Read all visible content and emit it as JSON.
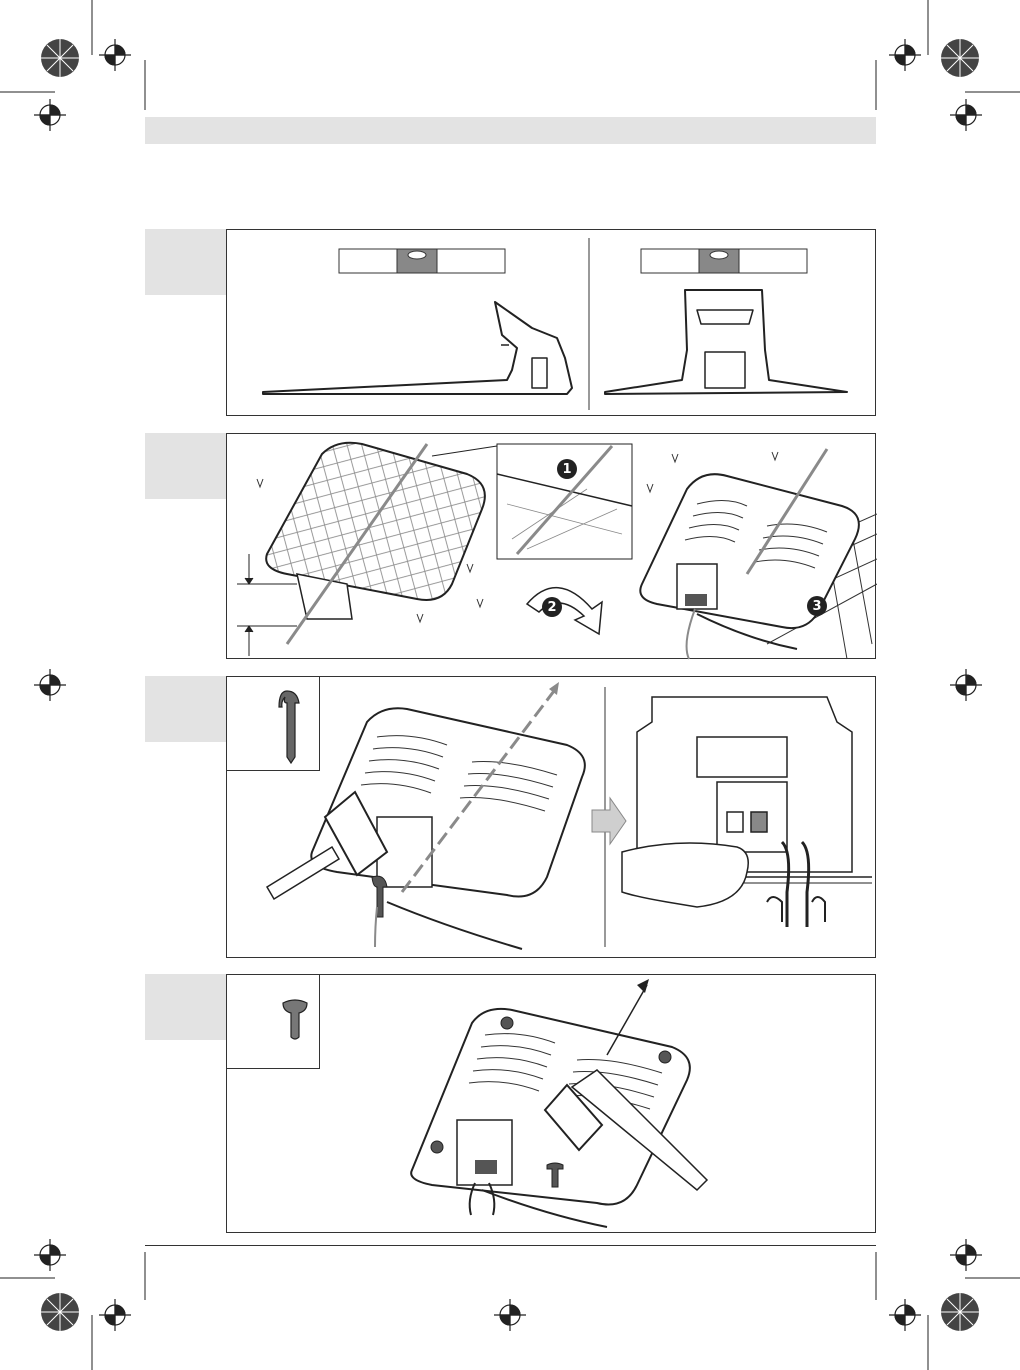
{
  "page": {
    "header_bar": "",
    "callouts": [
      "1",
      "2",
      "3"
    ]
  },
  "steps": [
    {
      "id": "step-1",
      "label": ""
    },
    {
      "id": "step-2",
      "label": ""
    },
    {
      "id": "step-3",
      "label": ""
    },
    {
      "id": "step-4",
      "label": ""
    }
  ],
  "icons": {
    "level": "spirit-level-icon",
    "peg": "peg-icon",
    "screw": "screw-peg-icon",
    "hammer": "hammer-icon",
    "arrow": "arrow-right-icon",
    "rotate": "rotate-arrow-icon",
    "registration": "registration-mark-icon"
  },
  "colors": {
    "frame": "#333333",
    "tab": "#e3e3e3",
    "wire": "#8a8a8a",
    "arrow_fill": "#cfcfcf"
  }
}
